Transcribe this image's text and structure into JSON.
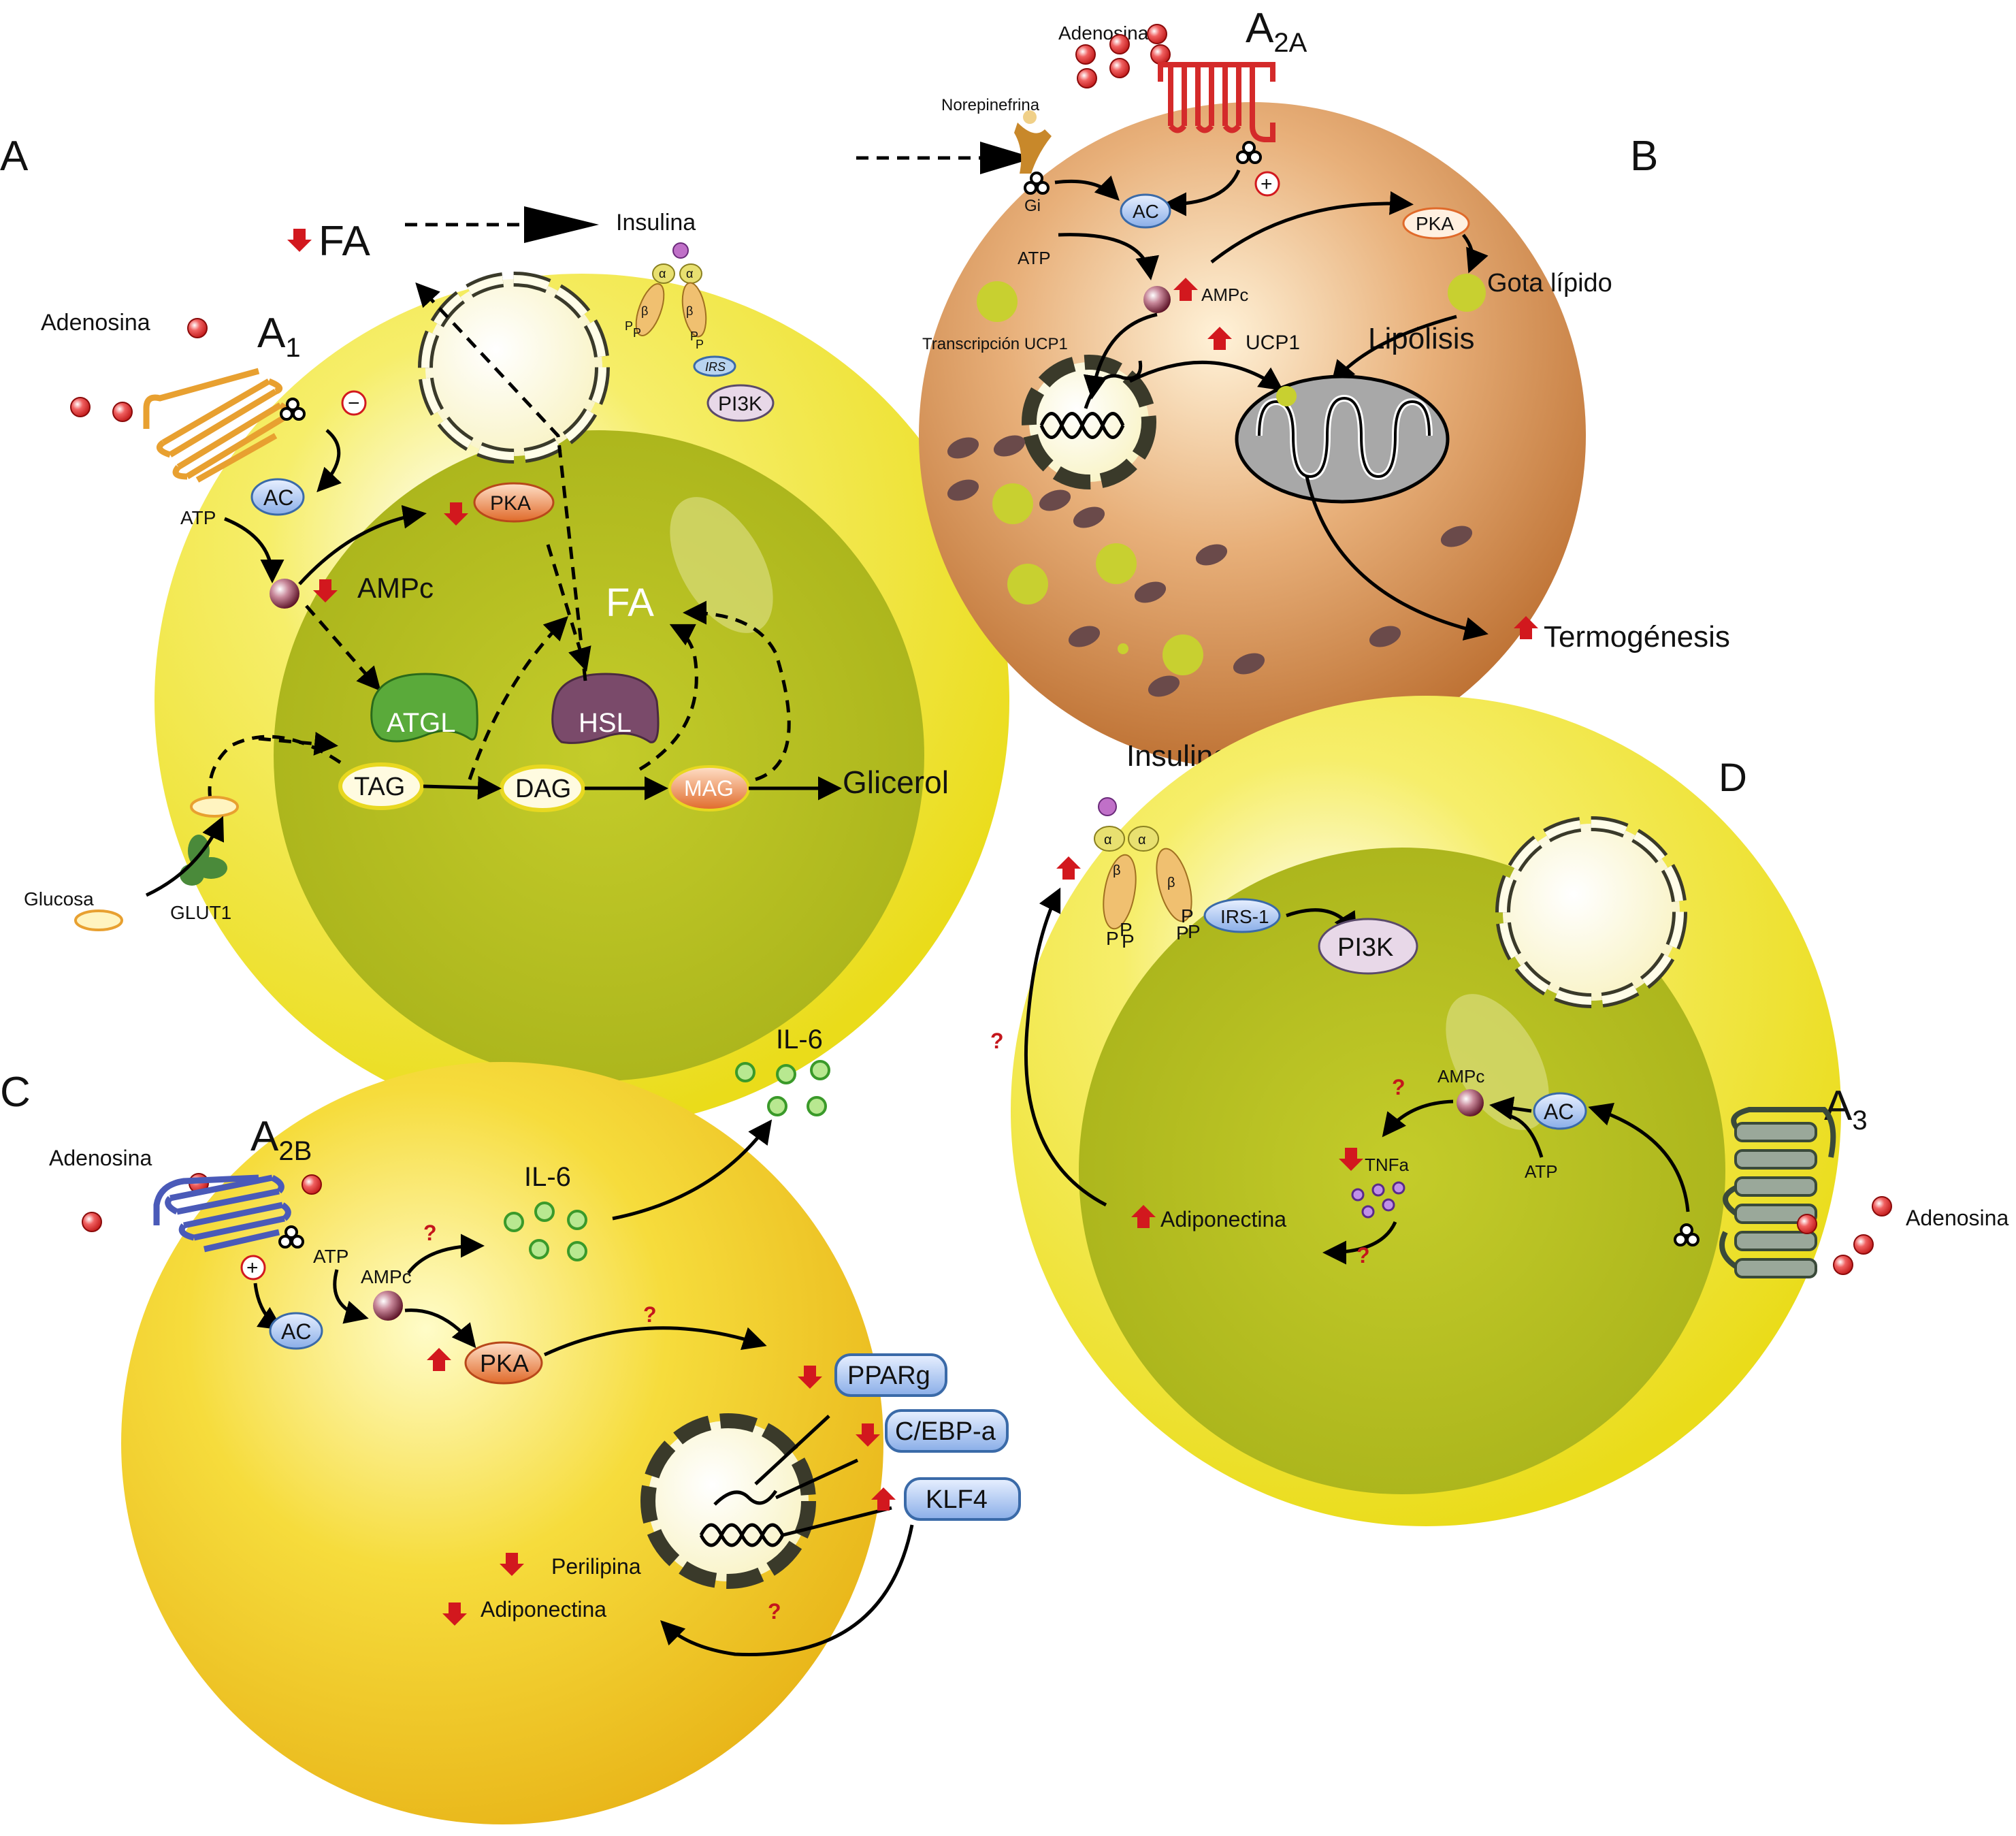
{
  "panels": {
    "a": "A",
    "b": "B",
    "c": "C",
    "d": "D"
  },
  "panel_a": {
    "fa_top": "FA",
    "insulina": "Insulina",
    "adenosina": "Adenosina",
    "receptor_base": "A",
    "receptor_sub": "1",
    "sign": "−",
    "ac": "AC",
    "atp": "ATP",
    "pka": "PKA",
    "ampc": "AMPc",
    "fa": "FA",
    "atgl": "ATGL",
    "hsl": "HSL",
    "tag": "TAG",
    "dag": "DAG",
    "mag": "MAG",
    "glicerol": "Glicerol",
    "glucosa": "Glucosa",
    "glut1": "GLUT1",
    "irs": "IRS",
    "pi3k": "PI3K",
    "alpha": "α",
    "beta": "β",
    "p": "P"
  },
  "panel_b": {
    "adenosina": "Adenosina",
    "receptor_base": "A",
    "receptor_sub": "2A",
    "norepinefrina": "Norepinefrina",
    "gi": "Gi",
    "ac": "AC",
    "atp": "ATP",
    "ampc": "AMPc",
    "pka": "PKA",
    "gota": "Gota lípido",
    "transcripcion": "Transcripción UCP1",
    "ucp1": "UCP1",
    "lipolisis": "Lipólisis",
    "termogenesis": "Termogénesis",
    "sign": "+"
  },
  "panel_c": {
    "adenosina": "Adenosina",
    "receptor_base": "A",
    "receptor_sub": "2B",
    "il6_top": "IL-6",
    "il6": "IL-6",
    "atp": "ATP",
    "ampc": "AMPc",
    "ac": "AC",
    "pka": "PKA",
    "pparg": "PPARg",
    "cebpa": "C/EBP-a",
    "klf4": "KLF4",
    "perilipina": "Perilipina",
    "adiponectina": "Adiponectina",
    "q": "?",
    "sign": "+"
  },
  "panel_d": {
    "insulina": "Insulina",
    "irs1": "IRS-1",
    "pi3k": "PI3K",
    "receptor_base": "A",
    "receptor_sub": "3",
    "adenosina": "Adenosina",
    "ampc": "AMPc",
    "ac": "AC",
    "atp": "ATP",
    "tnfa": "TNFa",
    "adiponectina": "Adiponectina",
    "q": "?",
    "alpha": "α",
    "beta": "β",
    "p": "P"
  },
  "colors": {
    "cell_yellow": "#f2e530",
    "inner_green": "#b8c21e",
    "brown_cell": "#c97a38",
    "arrow_red": "#d2181e",
    "receptor_orange": "#e8a030",
    "receptor_red": "#d42a2a",
    "receptor_blue": "#4a5ab8",
    "receptor_gray": "#8a9a8a"
  }
}
